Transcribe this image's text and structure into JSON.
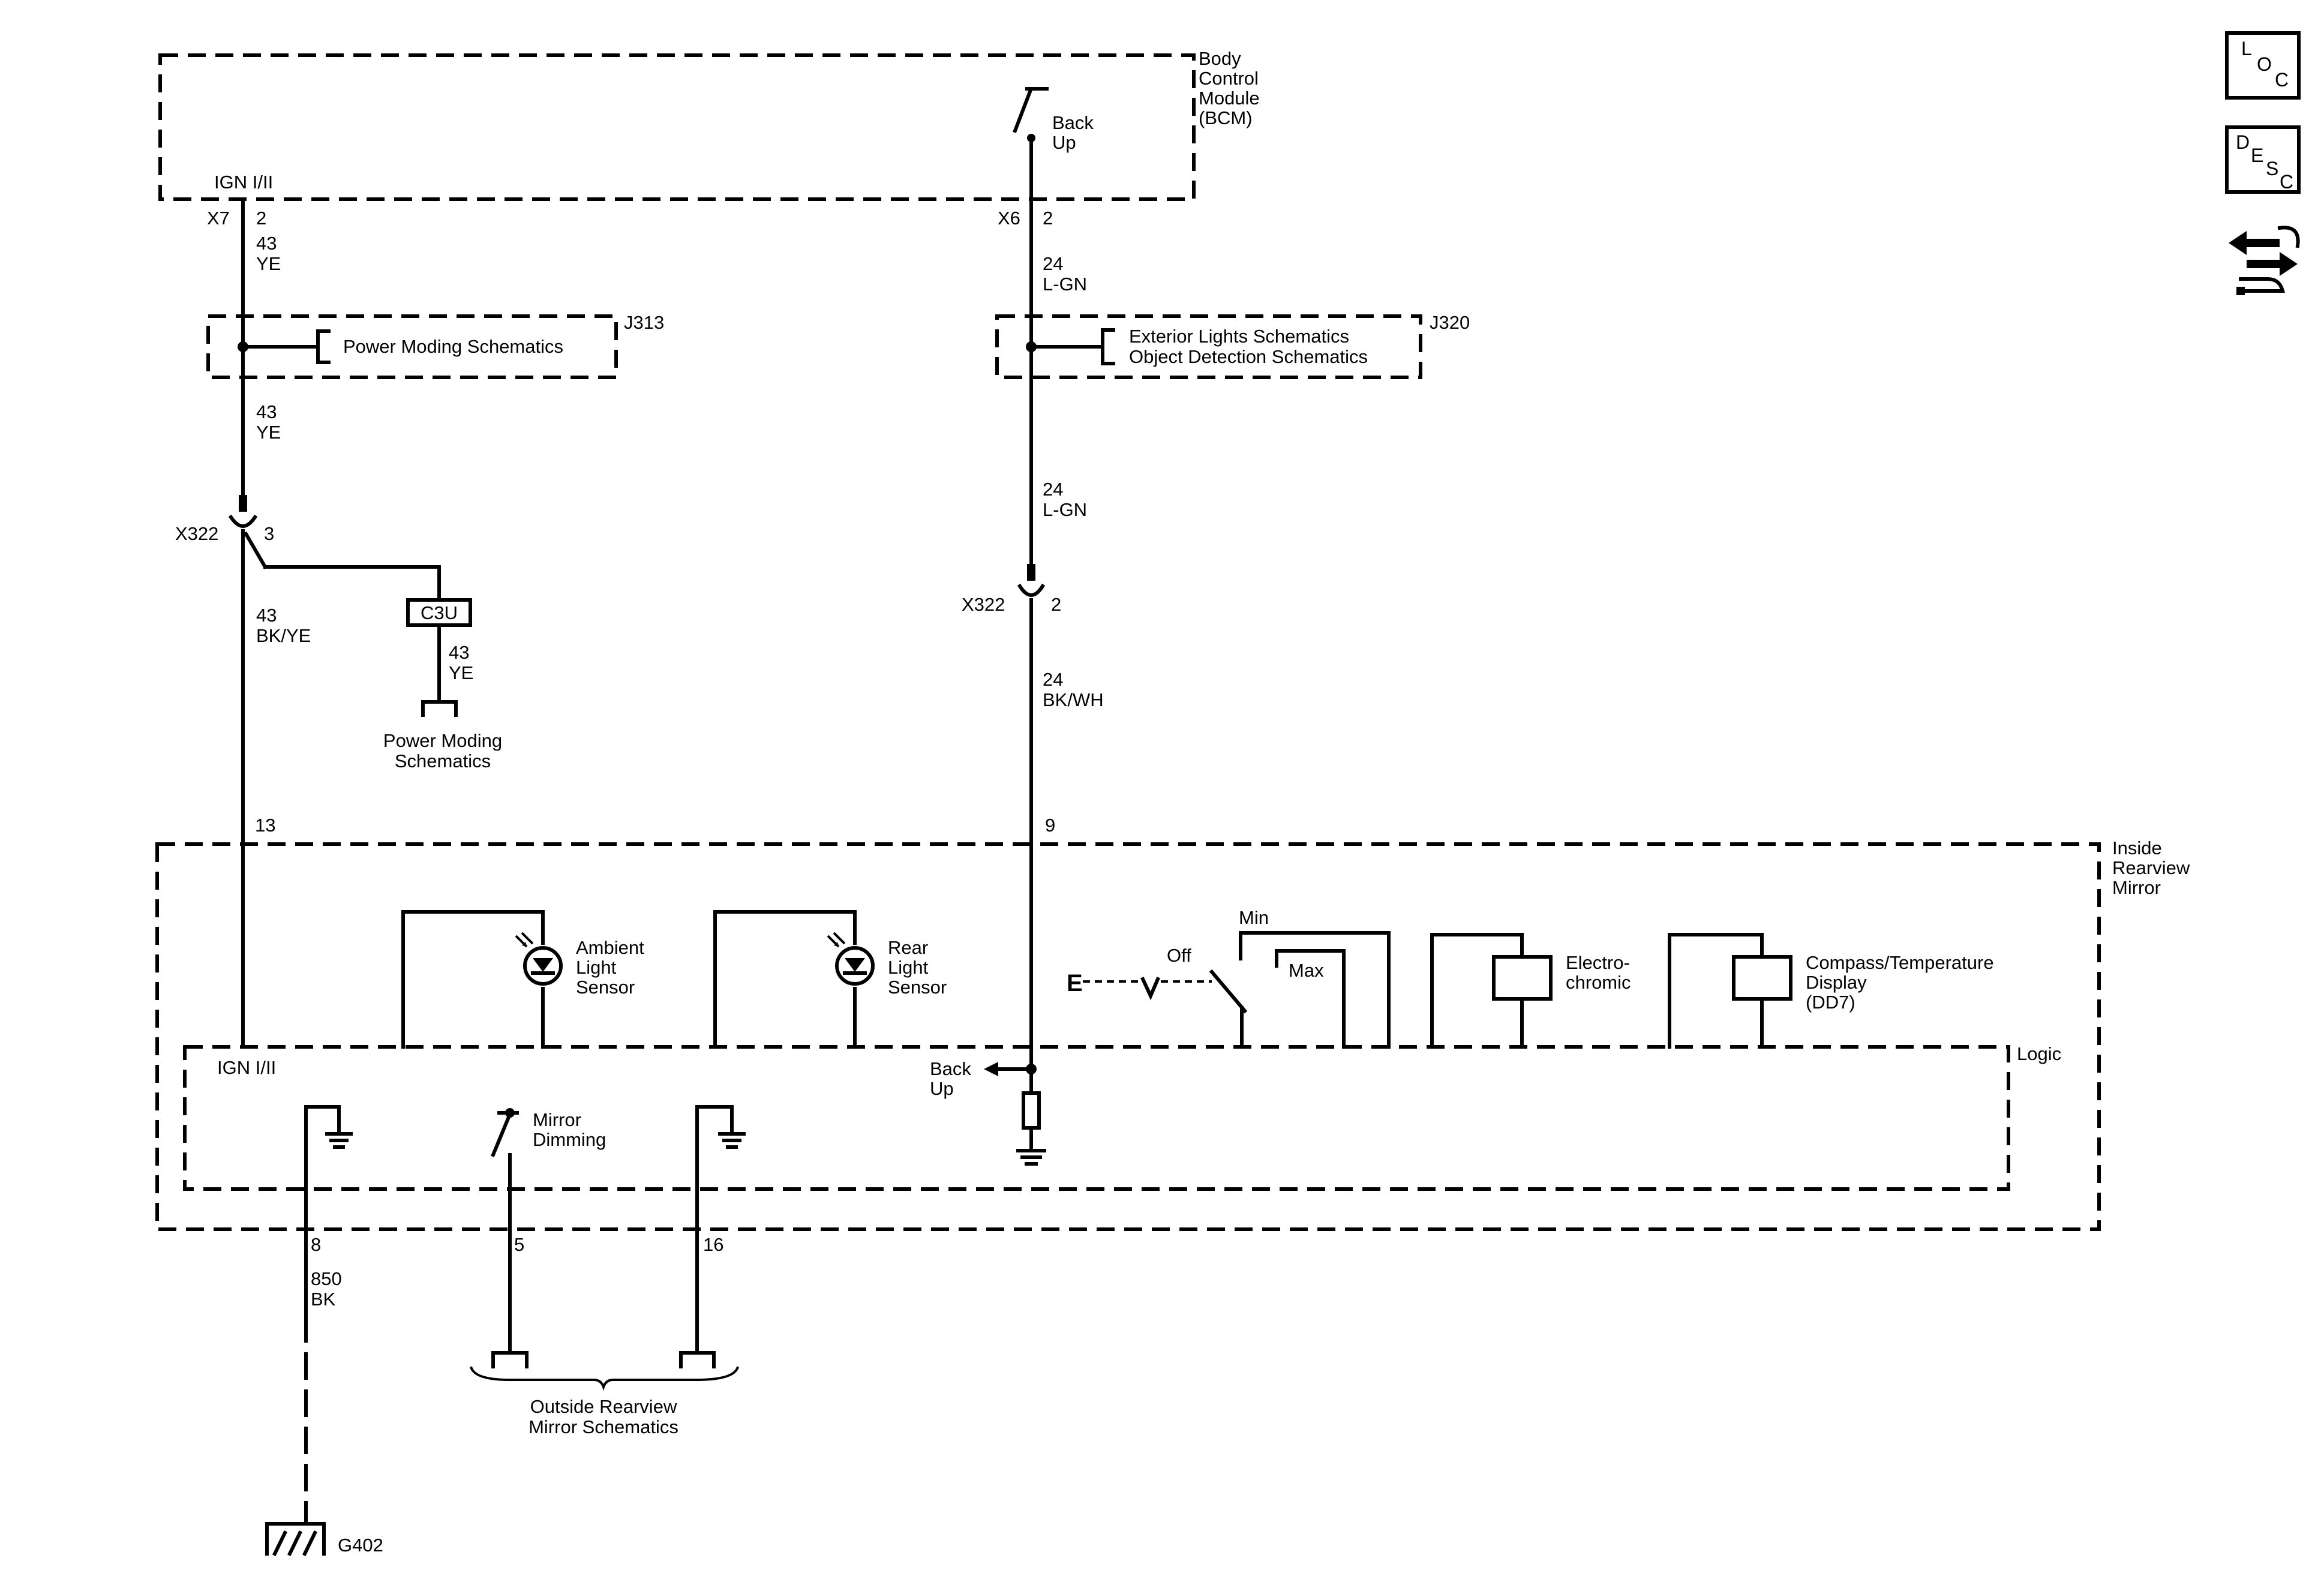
{
  "bcm": {
    "title_lines": [
      "Body",
      "Control",
      "Module",
      "(BCM)"
    ],
    "ign_label": "IGN I/II",
    "backup_label_lines": [
      "Back",
      "Up"
    ]
  },
  "left_circuit": {
    "bcm_connector": "X7",
    "bcm_pin": "2",
    "wire_top": {
      "circuit": "43",
      "color": "YE"
    },
    "splice_text": "Power Moding Schematics",
    "splice_id": "J313",
    "wire_mid": {
      "circuit": "43",
      "color": "YE"
    },
    "inline_connector": "X322",
    "inline_pin": "3",
    "wire_low": {
      "circuit": "43",
      "color": "BK/YE"
    },
    "branch_connector": "C3U",
    "branch_wire": {
      "circuit": "43",
      "color": "YE"
    },
    "branch_ref_lines": [
      "Power Moding",
      "Schematics"
    ],
    "mirror_pin": "13"
  },
  "right_circuit": {
    "bcm_connector": "X6",
    "bcm_pin": "2",
    "wire_top": {
      "circuit": "24",
      "color": "L-GN"
    },
    "splice_text_lines": [
      "Exterior Lights Schematics",
      "Object Detection Schematics"
    ],
    "splice_id": "J320",
    "wire_mid": {
      "circuit": "24",
      "color": "L-GN"
    },
    "inline_connector": "X322",
    "inline_pin": "2",
    "wire_low": {
      "circuit": "24",
      "color": "BK/WH"
    },
    "mirror_pin": "9"
  },
  "mirror": {
    "title_lines": [
      "Inside",
      "Rearview",
      "Mirror"
    ],
    "ambient_sensor_lines": [
      "Ambient",
      "Light",
      "Sensor"
    ],
    "rear_sensor_lines": [
      "Rear",
      "Light",
      "Sensor"
    ],
    "switch_off": "Off",
    "switch_min": "Min",
    "switch_max": "Max",
    "switch_e": "E",
    "electrochromic_lines": [
      "Electro-",
      "chromic"
    ],
    "compass_lines": [
      "Compass/Temperature",
      "Display",
      "(DD7)"
    ],
    "logic_label": "Logic",
    "logic_ign_label": "IGN I/II",
    "logic_backup_lines": [
      "Back",
      "Up"
    ],
    "dimming_lines": [
      "Mirror",
      "Dimming"
    ]
  },
  "bottom": {
    "pin_ground": "8",
    "ground_wire": {
      "circuit": "850",
      "color": "BK"
    },
    "ground_id": "G402",
    "pin_dimming": "5",
    "pin_16": "16",
    "outside_ref_lines": [
      "Outside Rearview",
      "Mirror Schematics"
    ]
  },
  "side_icons": {
    "loc": {
      "l": "L",
      "o": "O",
      "c": "C"
    },
    "desc": {
      "d": "D",
      "e": "E",
      "s": "S",
      "c": "C"
    },
    "tool_icon": "connector-tool-icon"
  }
}
